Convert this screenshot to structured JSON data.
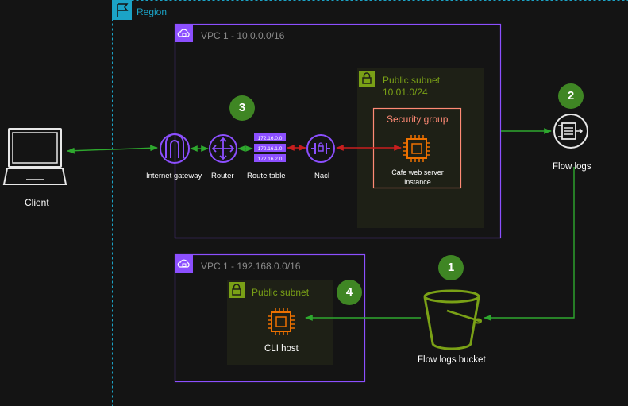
{
  "region": {
    "label": "Region"
  },
  "vpc1": {
    "label": "VPC 1 - 10.0.0.0/16"
  },
  "vpc2": {
    "label": "VPC 1 -  192.168.0.0/16"
  },
  "public_subnet_1": {
    "label": "Public subnet",
    "cidr": "10.01.0/24"
  },
  "public_subnet_2": {
    "label": "Public subnet"
  },
  "security_group": {
    "label": "Security group"
  },
  "nodes": {
    "client": "Client",
    "internet_gateway": "Internet gateway",
    "router": "Router",
    "route_table": "Route table",
    "nacl": "Nacl",
    "web_server_line1": "Cafe web server",
    "web_server_line2": "instance",
    "flow_logs": "Flow logs",
    "flow_logs_bucket": "Flow logs bucket",
    "cli_host": "CLI host"
  },
  "route_table_entries": [
    "172.16.0.0",
    "172.16.1.0",
    "172.16.2.0"
  ],
  "badges": [
    "1",
    "2",
    "3",
    "4"
  ],
  "colors": {
    "background": "#141414",
    "region_border": "#1ba3c6",
    "vpc_border": "#8c4fff",
    "subnet_border": "#7aa116",
    "subnet_fill": "#1e2016",
    "security_group": "#ff8a75",
    "compute": "#ed7100",
    "storage": "#7aa116",
    "badge": "#3f8624",
    "green_arrow": "#2ea82e",
    "red_arrow": "#c81e1e"
  },
  "icons": {
    "region": "flag-icon",
    "vpc": "cloud-lock-icon",
    "subnet": "padlock-icon",
    "client": "laptop-icon",
    "internet_gateway": "internet-gateway-icon",
    "router": "router-icon",
    "route_table": "route-table-icon",
    "nacl": "nacl-icon",
    "instance": "chip-icon",
    "flow_logs": "flow-logs-icon",
    "bucket": "bucket-icon"
  }
}
